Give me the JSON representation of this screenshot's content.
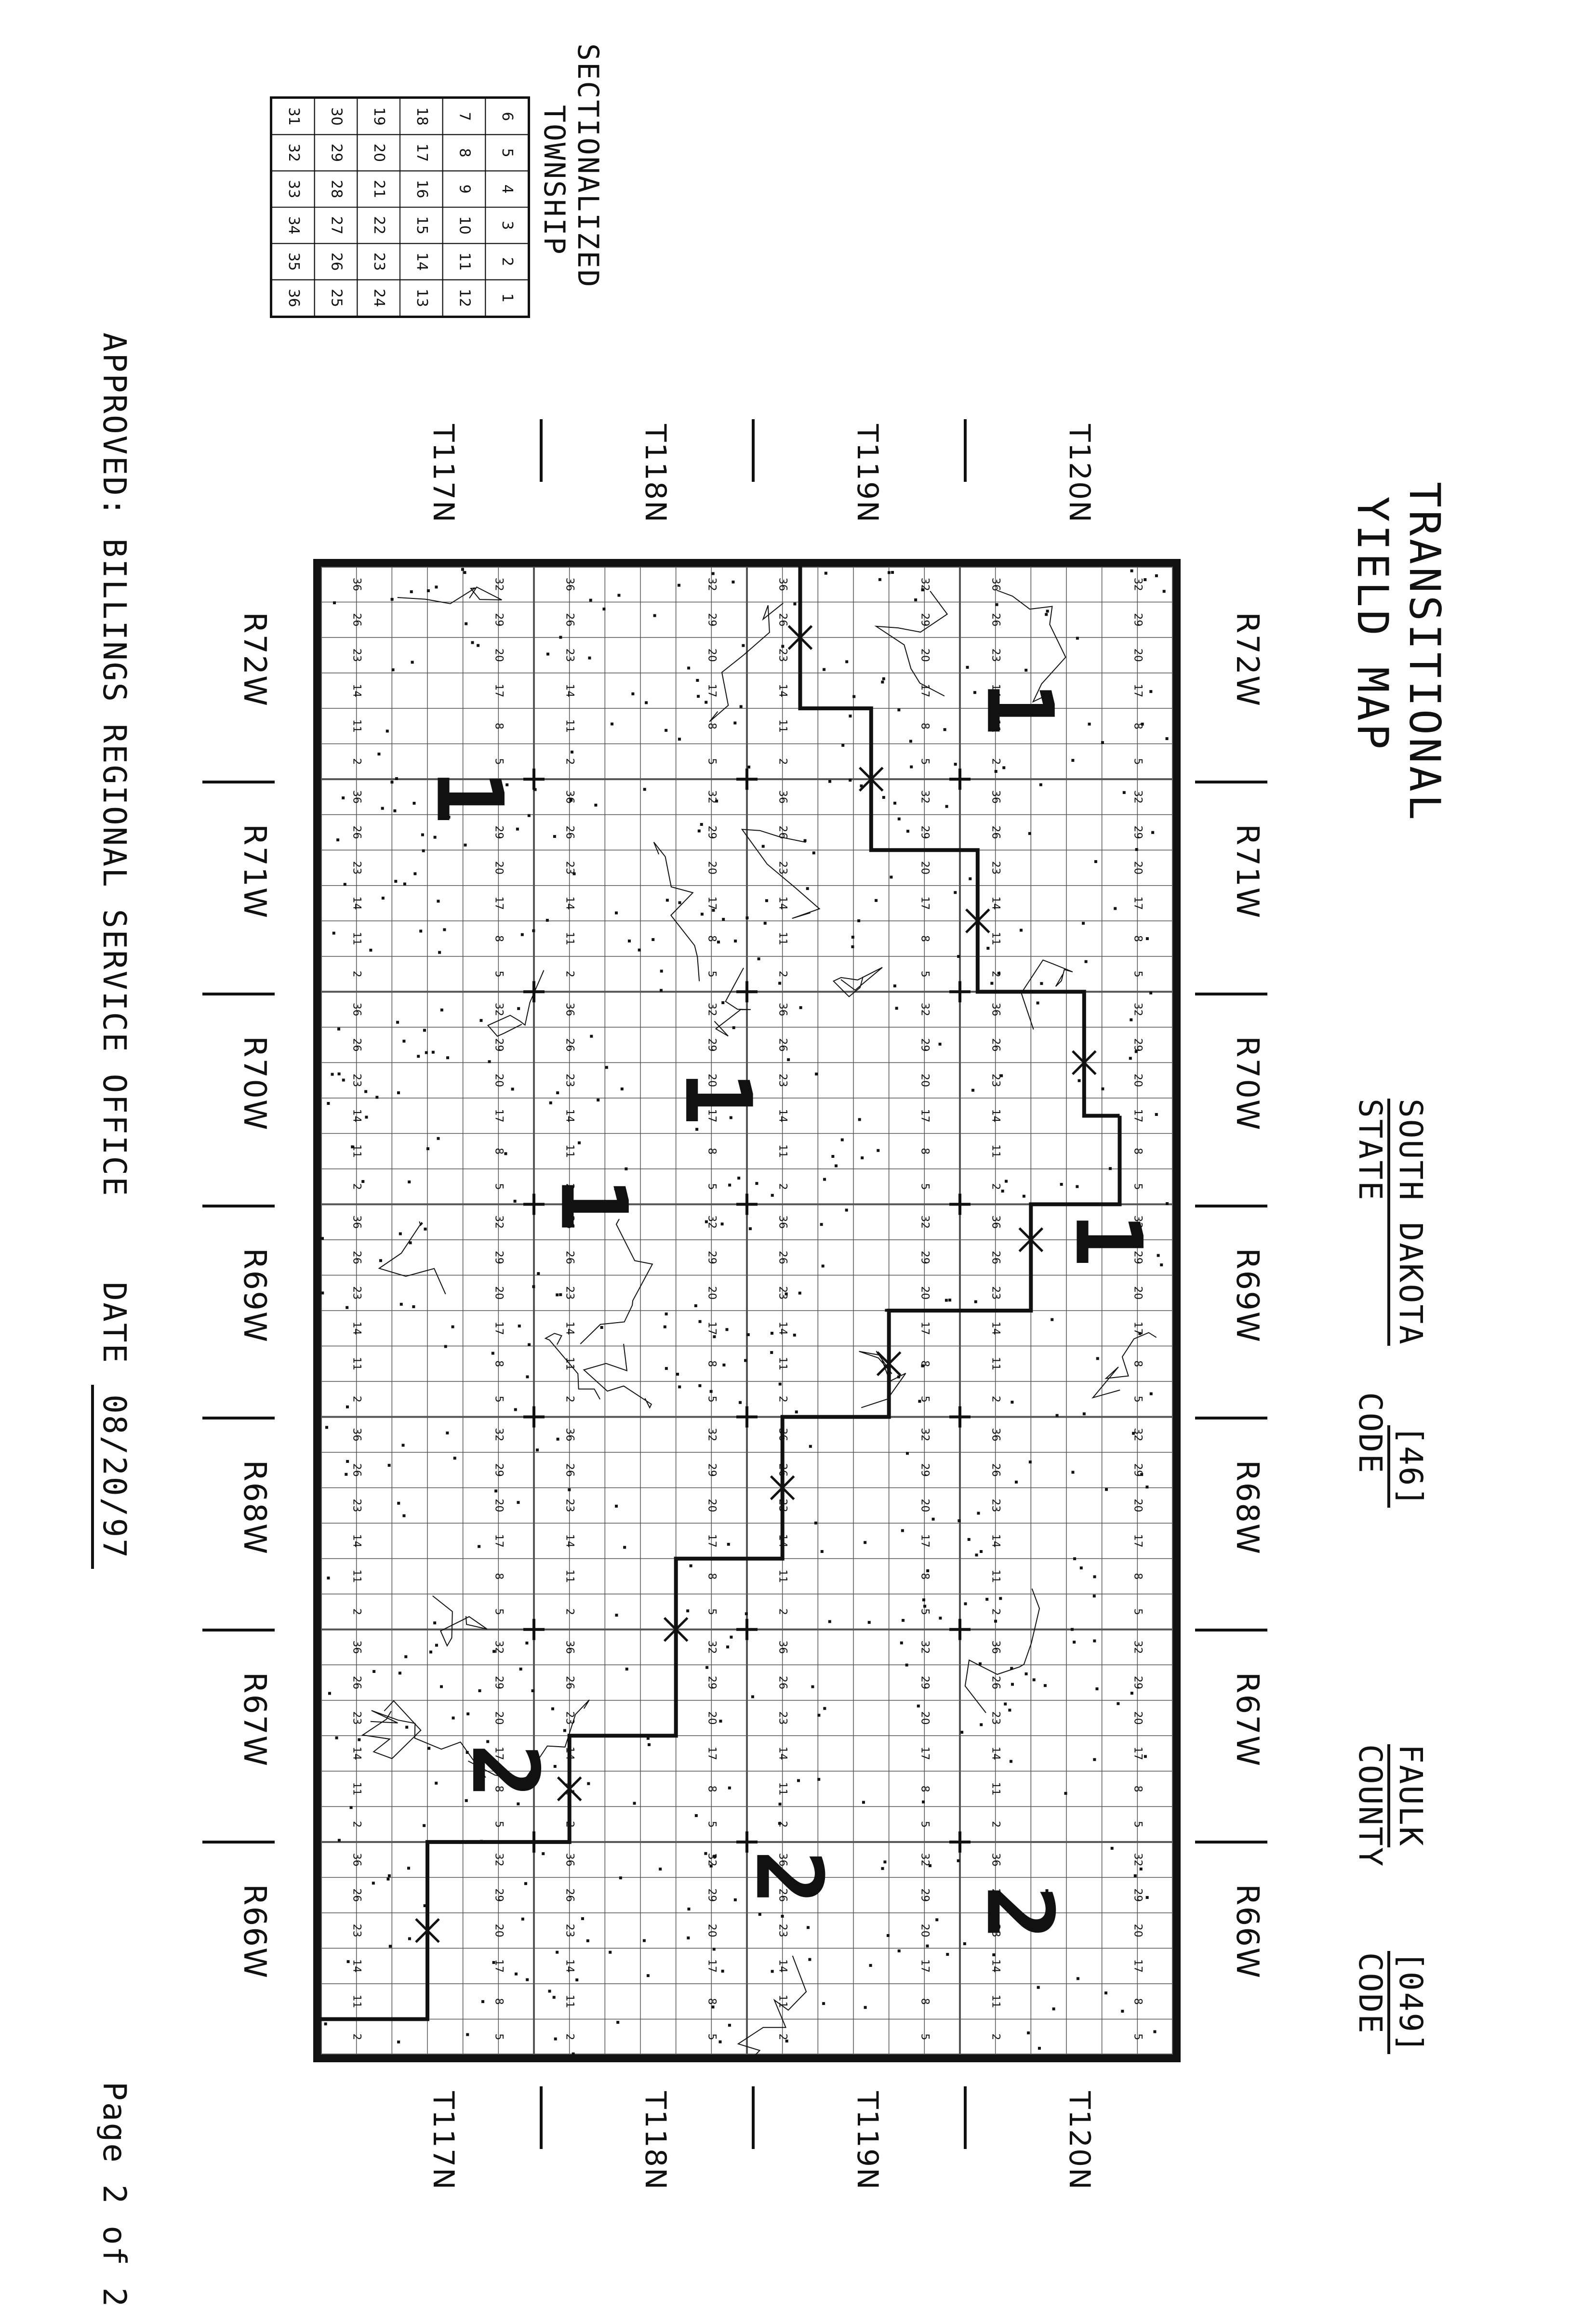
{
  "title": {
    "line1": "TRANSITIONAL",
    "line2": "YIELD MAP"
  },
  "header": {
    "state_value": "SOUTH DAKOTA",
    "state_code_value": "[46]",
    "state_label": "STATE",
    "state_code_label": "CODE",
    "county_value": "FAULK",
    "county_code_value": "[049]",
    "county_label": "COUNTY",
    "county_code_label": "CODE"
  },
  "section_key": {
    "title_line1": "SECTIONALIZED",
    "title_line2": "TOWNSHIP",
    "rows": [
      [
        "6",
        "5",
        "4",
        "3",
        "2",
        "1"
      ],
      [
        "7",
        "8",
        "9",
        "10",
        "11",
        "12"
      ],
      [
        "18",
        "17",
        "16",
        "15",
        "14",
        "13"
      ],
      [
        "19",
        "20",
        "21",
        "22",
        "23",
        "24"
      ],
      [
        "30",
        "29",
        "28",
        "27",
        "26",
        "25"
      ],
      [
        "31",
        "32",
        "33",
        "34",
        "35",
        "36"
      ]
    ]
  },
  "ranges": [
    "R72W",
    "R71W",
    "R70W",
    "R69W",
    "R68W",
    "R67W",
    "R66W"
  ],
  "townships": [
    "T120N",
    "T119N",
    "T118N",
    "T117N"
  ],
  "yield_zones": [
    "1",
    "1",
    "1",
    "2",
    "2",
    "2",
    "1",
    "1"
  ],
  "section_numbers": [
    "32",
    "29",
    "20",
    "17",
    "8",
    "5",
    "36",
    "26",
    "23",
    "14",
    "11",
    "2",
    "36"
  ],
  "footer": {
    "approved": "APPROVED: BILLINGS REGIONAL SERVICE OFFICE",
    "date_label": "DATE",
    "date_value": "08/20/97",
    "page": "Page 2 of 2"
  },
  "colors": {
    "ink": "#111111",
    "paper": "#ffffff",
    "grid": "#555555"
  }
}
